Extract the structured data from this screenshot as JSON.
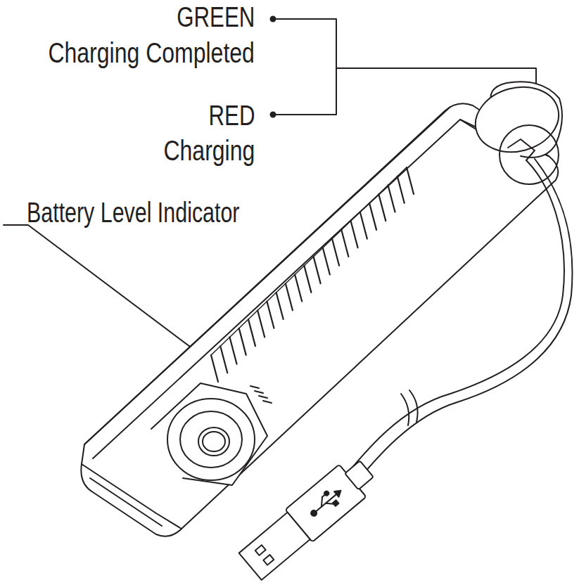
{
  "diagram": {
    "labels": [
      "GREEN",
      "Charging Completed",
      "RED",
      "Charging",
      "Battery Level Indicator"
    ]
  }
}
